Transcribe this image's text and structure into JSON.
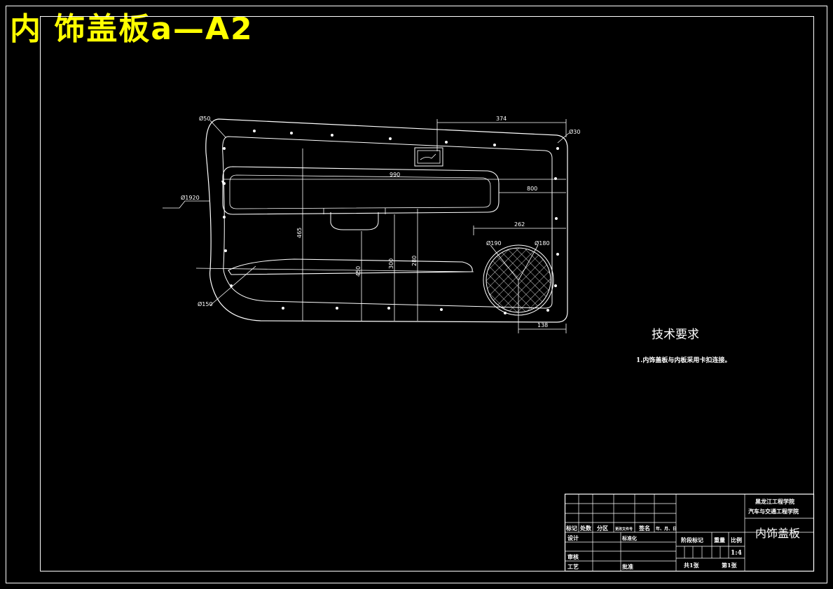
{
  "sheet_title": "内 饰盖板a—A2",
  "dimensions": {
    "d50": "Ø50",
    "d30": "Ø30",
    "d1920": "Ø1920",
    "d150": "Ø150",
    "d190": "Ø190",
    "d180": "Ø180",
    "len374": "374",
    "len990": "990",
    "len800": "800",
    "len262": "262",
    "len465": "465",
    "len450": "450",
    "len300": "300",
    "len280": "280",
    "len138": "138"
  },
  "tech_requirements": {
    "heading": "技术要求",
    "items": [
      "1.内饰盖板与内板采用卡扣连接。"
    ]
  },
  "title_block": {
    "school_line1": "黑龙江工程学院",
    "school_line2": "汽车与交通工程学院",
    "part_name": "内饰盖板",
    "scale": "1:4",
    "scale_label": "比例",
    "weight_label": "重量",
    "stage_label": "阶段标记",
    "total_sheets": "共1张",
    "sheet_no": "第1张",
    "mark": "标记",
    "count": "处数",
    "zone": "分区",
    "change_doc": "更改文件号",
    "signature": "签名",
    "date": "年、月、日",
    "design": "设计",
    "standardization": "标准化",
    "review": "审核",
    "process": "工艺",
    "approve": "批准"
  }
}
